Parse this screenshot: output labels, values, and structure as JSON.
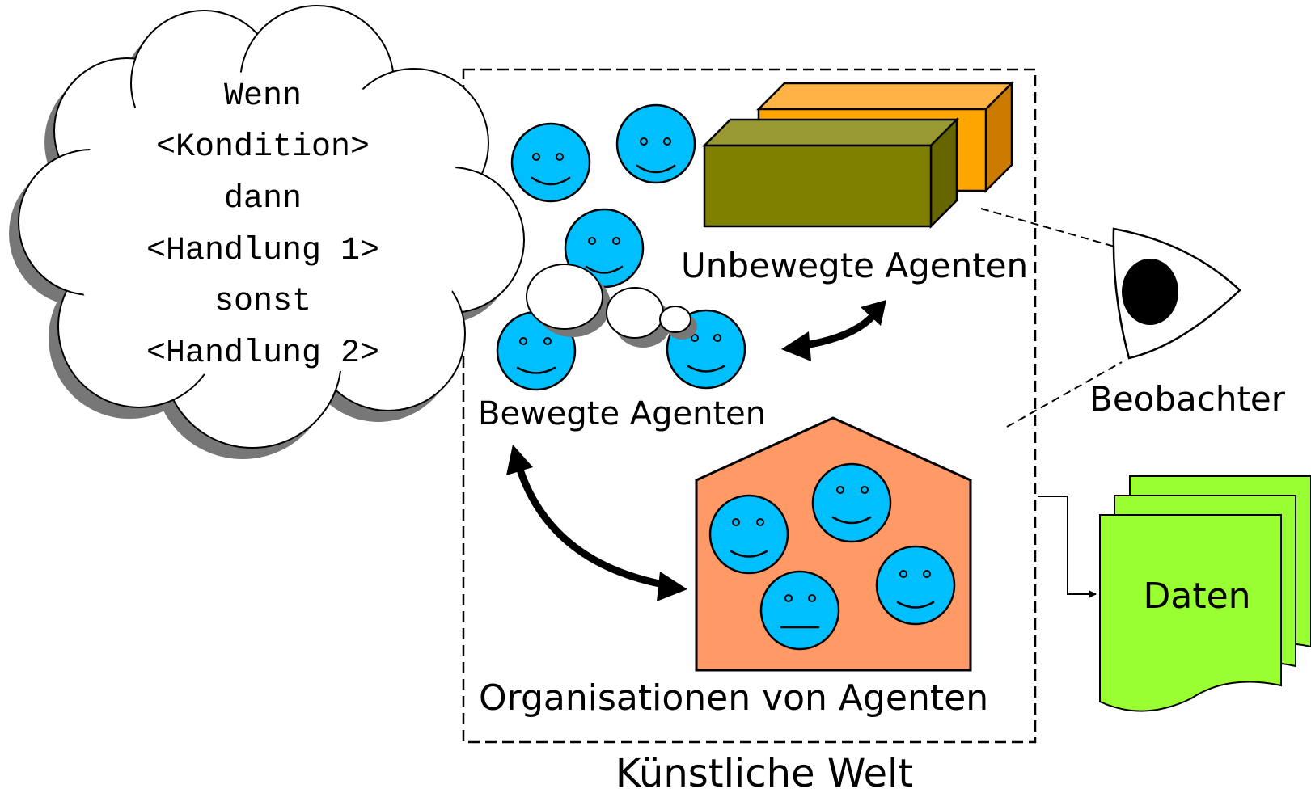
{
  "cloud": {
    "lines": [
      "Wenn",
      "<Kondition>",
      "dann",
      "<Handlung 1>",
      "sonst",
      "<Handlung 2>"
    ]
  },
  "labels": {
    "unbewegte": "Unbewegte Agenten",
    "bewegte": "Bewegte Agenten",
    "organisationen": "Organisationen von Agenten",
    "welt": "Künstliche Welt",
    "beobachter": "Beobachter",
    "daten": "Daten"
  },
  "colors": {
    "face": "#00bfff",
    "box_front": "#808000",
    "box_back": "#ffa500",
    "house": "#ff9966",
    "data": "#99ff33"
  }
}
